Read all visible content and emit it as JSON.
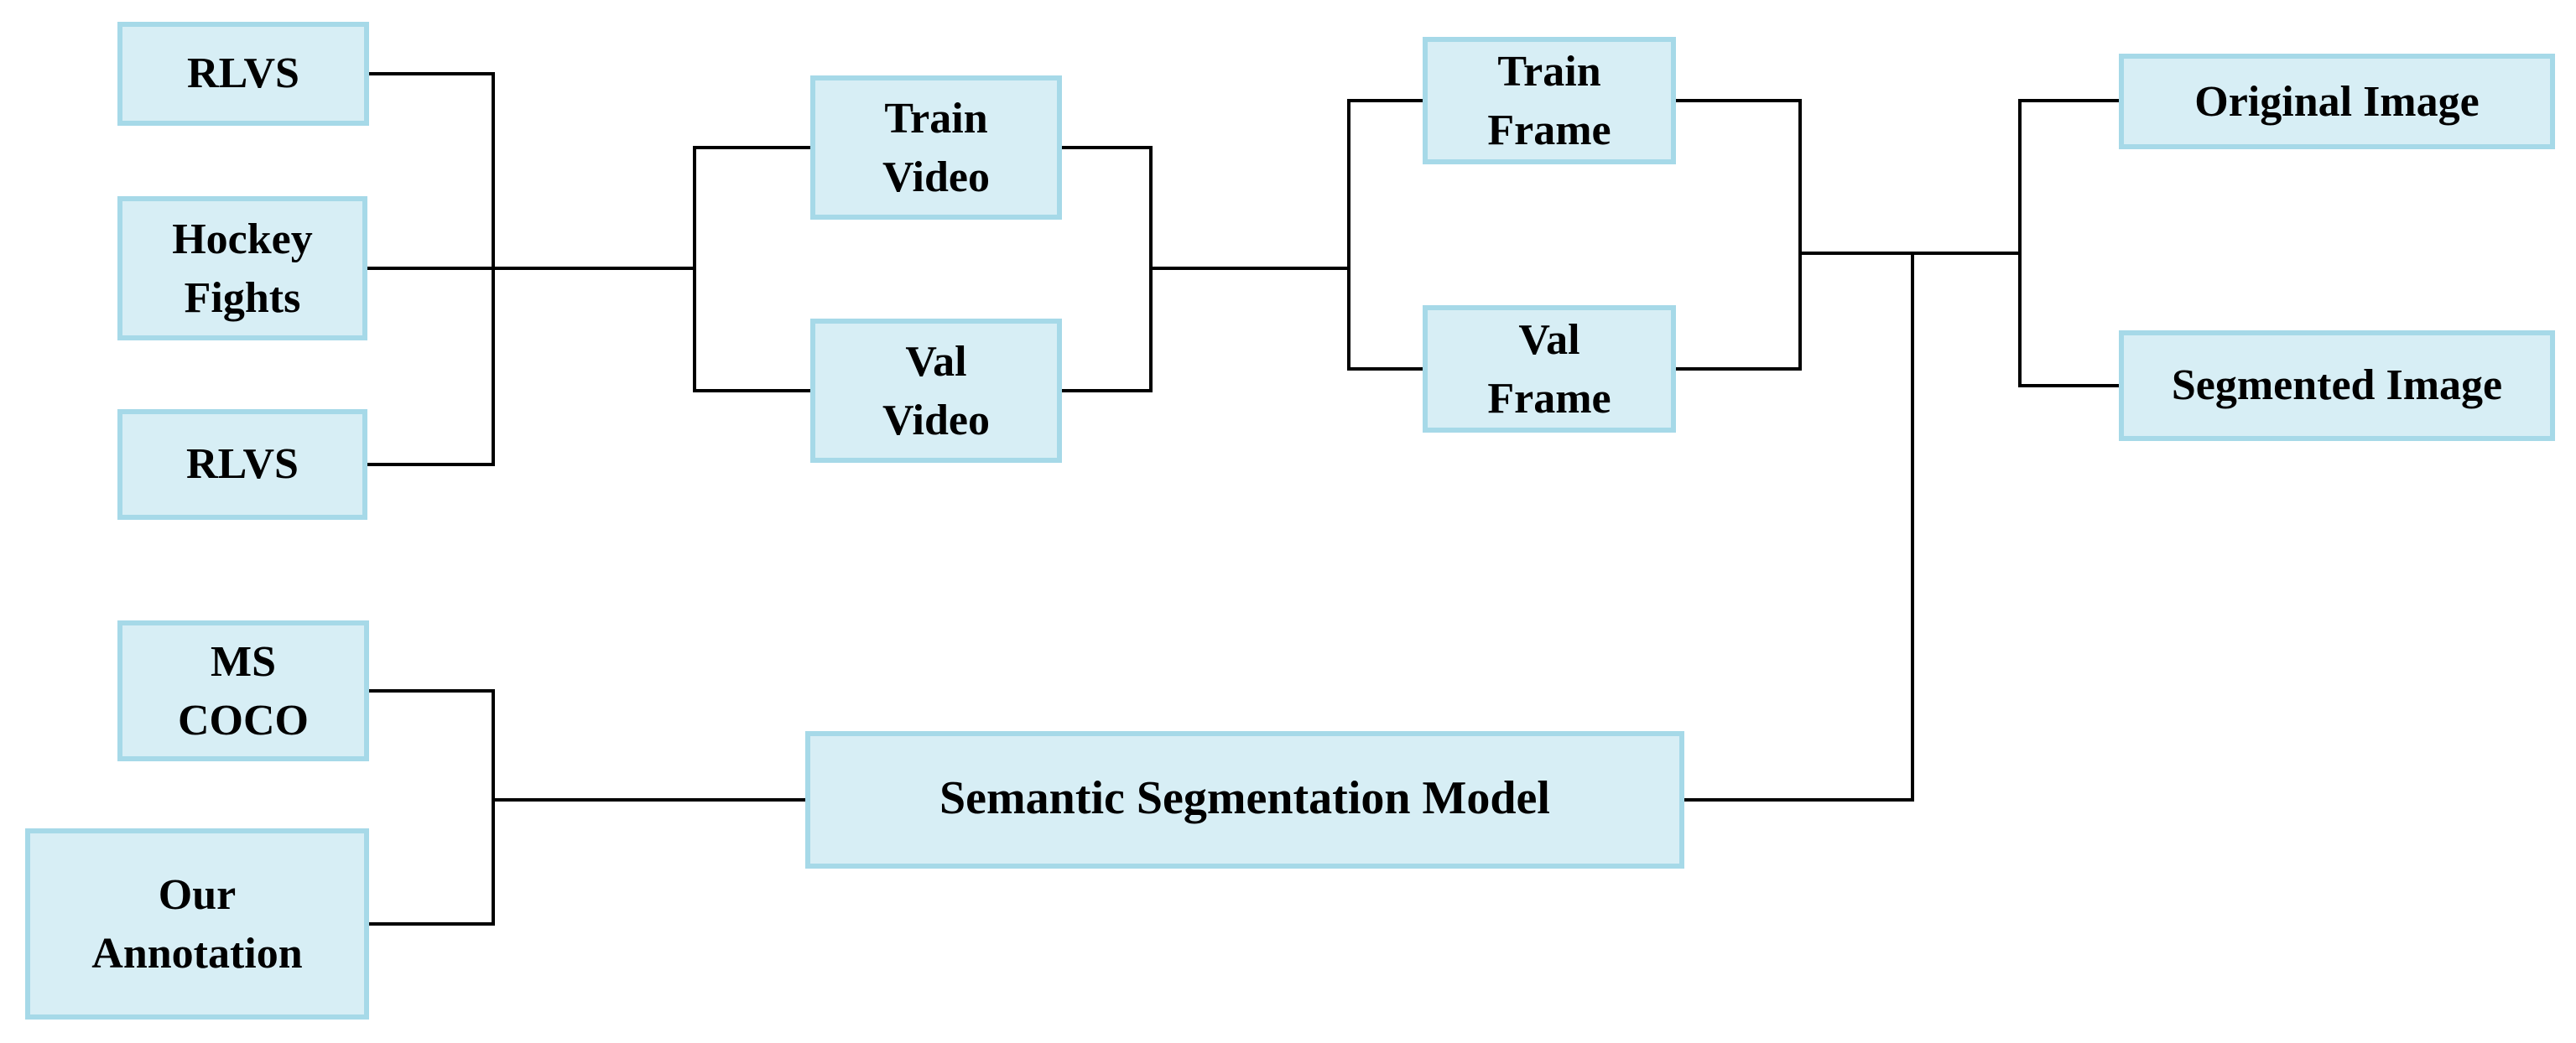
{
  "diagram": {
    "type": "flowchart",
    "background": "#ffffff",
    "box_fill": "#d7eef5",
    "box_border": "#a6d9e8",
    "line_color": "#000000",
    "text_color": "#000000",
    "nodes": {
      "rlvs_top": {
        "label": "RLVS"
      },
      "hockey_fights": {
        "label": "Hockey\nFights"
      },
      "rlvs_bottom": {
        "label": "RLVS"
      },
      "train_video": {
        "label": "Train\nVideo"
      },
      "val_video": {
        "label": "Val\nVideo"
      },
      "train_frame": {
        "label": "Train\nFrame"
      },
      "val_frame": {
        "label": "Val\nFrame"
      },
      "original_image": {
        "label": "Original Image"
      },
      "segmented_image": {
        "label": "Segmented Image"
      },
      "semantic_segmentation_model": {
        "label": "Semantic Segmentation Model"
      },
      "ms_coco": {
        "label": "MS\nCOCO"
      },
      "our_annotation": {
        "label": "Our\nAnnotation"
      }
    },
    "edges": [
      {
        "from": "rlvs_top",
        "to": "video_split_junction"
      },
      {
        "from": "hockey_fights",
        "to": "video_split_junction"
      },
      {
        "from": "rlvs_bottom",
        "to": "video_split_junction"
      },
      {
        "from": "video_split_junction",
        "to": "train_video"
      },
      {
        "from": "video_split_junction",
        "to": "val_video"
      },
      {
        "from": "train_video",
        "to": "frame_split_junction"
      },
      {
        "from": "val_video",
        "to": "frame_split_junction"
      },
      {
        "from": "frame_split_junction",
        "to": "train_frame"
      },
      {
        "from": "frame_split_junction",
        "to": "val_frame"
      },
      {
        "from": "train_frame",
        "to": "image_split_junction"
      },
      {
        "from": "val_frame",
        "to": "image_split_junction"
      },
      {
        "from": "semantic_segmentation_model",
        "to": "image_split_junction"
      },
      {
        "from": "image_split_junction",
        "to": "original_image"
      },
      {
        "from": "image_split_junction",
        "to": "segmented_image"
      },
      {
        "from": "ms_coco",
        "to": "semantic_segmentation_model"
      },
      {
        "from": "our_annotation",
        "to": "semantic_segmentation_model"
      }
    ]
  }
}
